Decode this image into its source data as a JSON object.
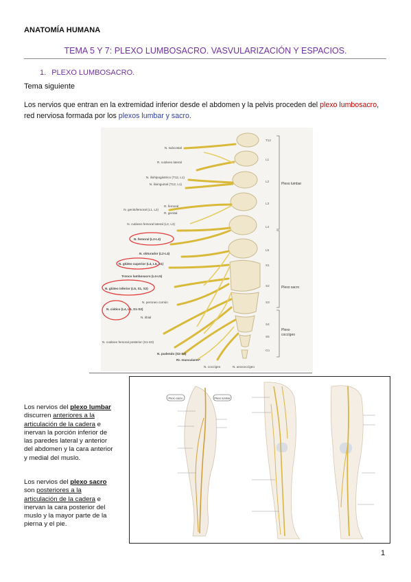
{
  "header": {
    "title": "ANATOMÍA HUMANA"
  },
  "main_title": "TEMA 5 Y 7: PLEXO LUMBOSACRO. VASVULARIZACIÓN Y ESPACIOS.",
  "section": {
    "number": "1.",
    "title": "PLEXO LUMBOSACRO."
  },
  "subtitle": "Tema siguiente",
  "intro": {
    "part1": "Los nervios que entran en la extremidad inferior desde el abdomen y la pelvis proceden del ",
    "red": "plexo lumbosacro",
    "part2": ", red nerviosa formada por los ",
    "blue": "plexos lumbar y sacro",
    "part3": "."
  },
  "figure1": {
    "nerve_labels": [
      "N. subcostal",
      "R. cutáneo lateral",
      "N. iliohipogástrico (T12, L1)",
      "N. ilioinguinal (T12, L1)",
      "R. femoral",
      "N. genitofemoral (L1, L2)",
      "R. genital",
      "N. cutáneo femoral lateral (L2, L3)",
      "N. femoral (L2-L4)",
      "N. obturador (L2-L4)",
      "N. glúteo superior (L4, L5, S1)",
      "Tronco lumbosacro (L4-L5)",
      "N. glúteo inferior (L5, S1, S2)",
      "N. peroneo común",
      "N. ciático (L4, L5, S1-S3)",
      "N. tibial",
      "N. cutáneo femoral posterior (S1-S3)",
      "N. pudendo (S2-S4)",
      "Rr. musculares*",
      "N. coccígeo",
      "N. anococcígeo"
    ],
    "vertebrae": [
      "T12",
      "L1",
      "L2",
      "L3",
      "L4",
      "L5",
      "S1",
      "S2",
      "S3",
      "S4",
      "S5",
      "Co"
    ],
    "plexus_labels": {
      "lumbar": "Plexo lumbar",
      "sacro": "Plexo sacro",
      "coccygeal_1": "Plexo",
      "coccygeal_2": "coccígeo"
    }
  },
  "figure2": {
    "tag_sacro": "Plexo sacro",
    "tag_lumbar": "Plexo lumbar"
  },
  "paragraph1": {
    "t1": "Los nervios del ",
    "b1": "plexo lumbar",
    "t2": " discurren ",
    "u1": "anteriores a la articulación de la cadera",
    "t3": " e inervan la porción inferior de las paredes lateral y anterior del abdomen y la cara anterior y medial del muslo."
  },
  "paragraph2": {
    "t1": "Los nervios del ",
    "b1": "plexo sacro",
    "t2": " son ",
    "u1": "posteriores a la articulación de la cadera",
    "t3": " e inervan la cara posterior del muslo y la mayor parte de la pierna y el pie."
  },
  "page_number": "1",
  "colors": {
    "title_purple": "#7030a0",
    "highlight_red": "#c00000",
    "highlight_blue": "#2f3ea8",
    "nerve_yellow": "#e3c64a",
    "bone": "#f2ead2"
  }
}
